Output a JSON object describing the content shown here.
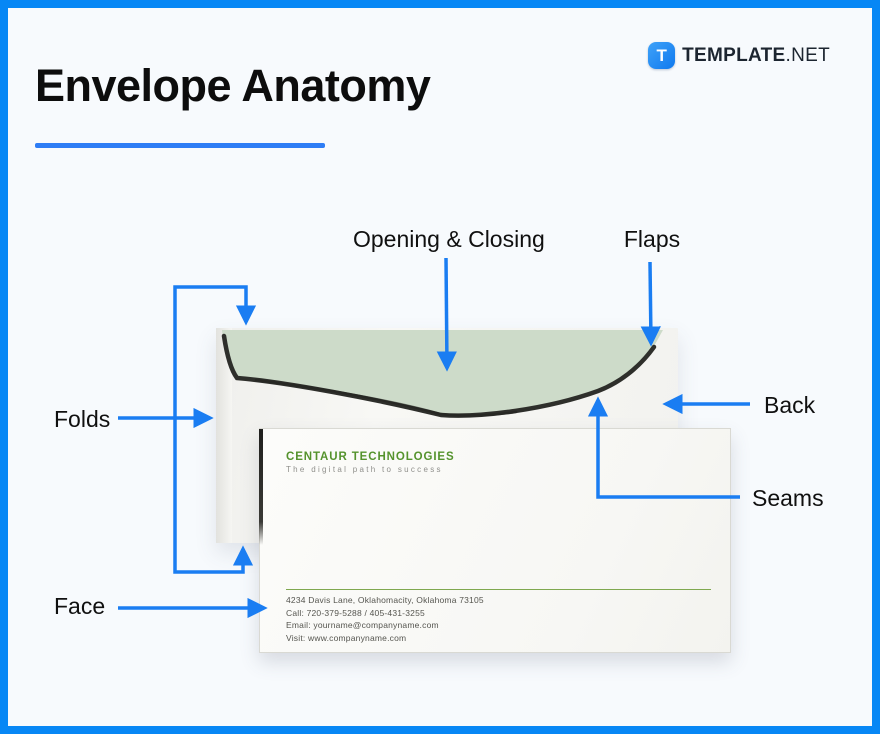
{
  "brand": {
    "icon_letter": "T",
    "name_bold": "TEMPLATE",
    "name_suffix": ".NET"
  },
  "header": {
    "title": "Envelope Anatomy"
  },
  "labels": {
    "opening_closing": "Opening & Closing",
    "flaps": "Flaps",
    "folds": "Folds",
    "back": "Back",
    "seams": "Seams",
    "face": "Face"
  },
  "envelope_front": {
    "company_name": "CENTAUR TECHNOLOGIES",
    "tagline": "The digital path to success",
    "address_lines": [
      "4234 Davis Lane, Oklahomacity, Oklahoma 73105",
      "Call: 720-379-5288 / 405-431-3255",
      "Email: yourname@companyname.com",
      "Visit: www.companyname.com"
    ]
  },
  "colors": {
    "frame_blue": "#0787f5",
    "card_bg": "#f7fafd",
    "arrow_blue": "#1a7df2",
    "underline_blue": "#2e7df5",
    "flap_green": "#cddbc9",
    "flap_shadow": "#2e2f2b",
    "brand_green": "#55932d"
  }
}
